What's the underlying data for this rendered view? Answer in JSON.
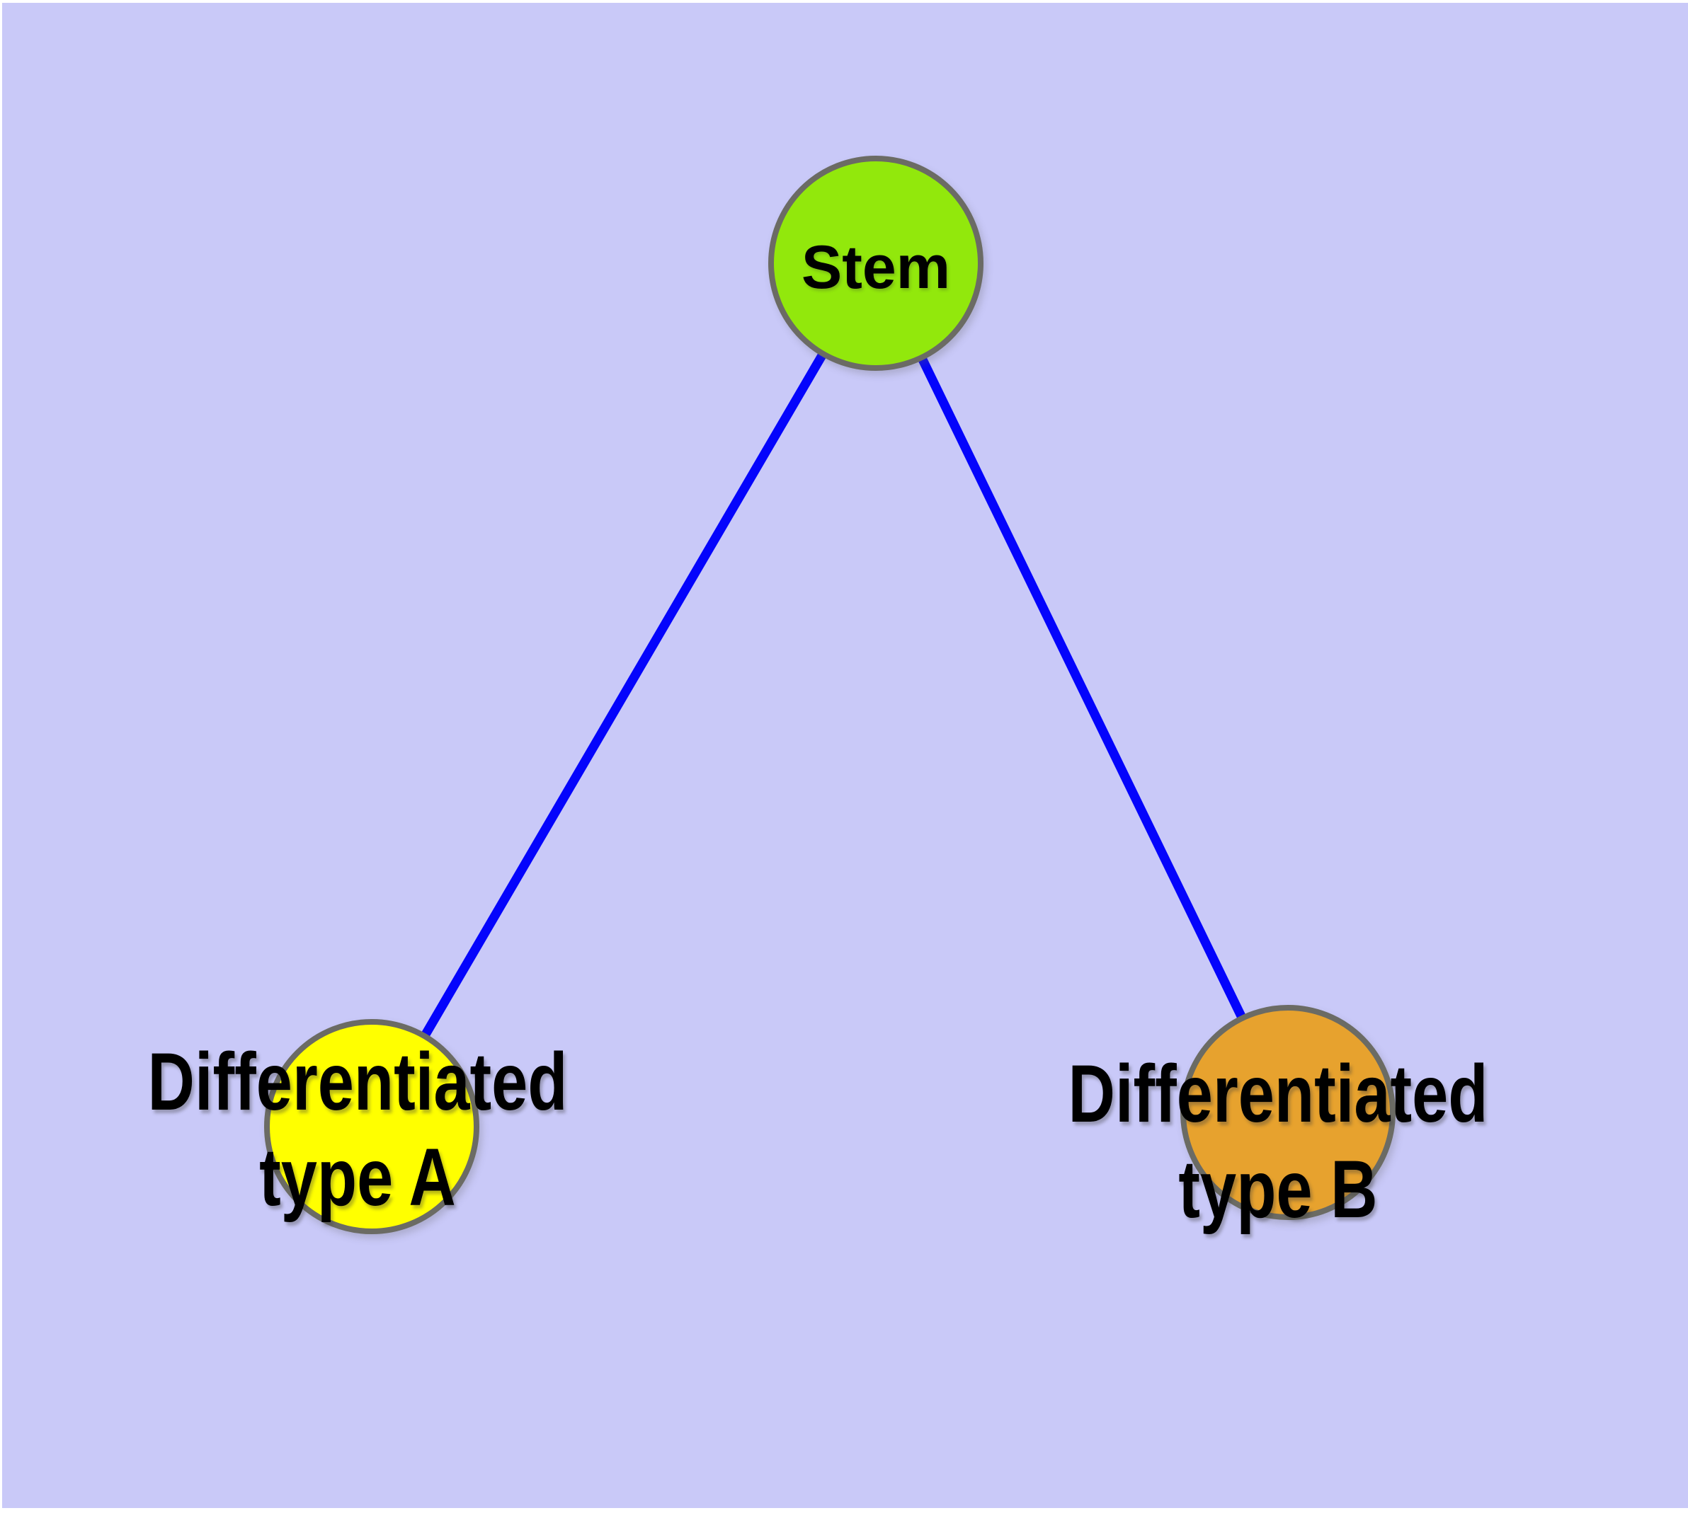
{
  "diagram": {
    "page_margin_color": "#ffffff",
    "background_color": "#c9c9f8",
    "edge_color": "#0404fc",
    "node_border_color": "#6b6b64",
    "label_color": "#000000",
    "nodes": [
      {
        "id": "stem",
        "label": "Stem",
        "fill": "#92e80c"
      },
      {
        "id": "differentiated-type-a",
        "label_line1": "Differentiated",
        "label_line2": "type A",
        "fill": "#ffff00"
      },
      {
        "id": "differentiated-type-b",
        "label_line1": "Differentiated",
        "label_line2": "type B",
        "fill": "#e7a22e"
      }
    ],
    "edges": [
      {
        "from": "stem",
        "to": "differentiated-type-a"
      },
      {
        "from": "stem",
        "to": "differentiated-type-b"
      }
    ]
  }
}
